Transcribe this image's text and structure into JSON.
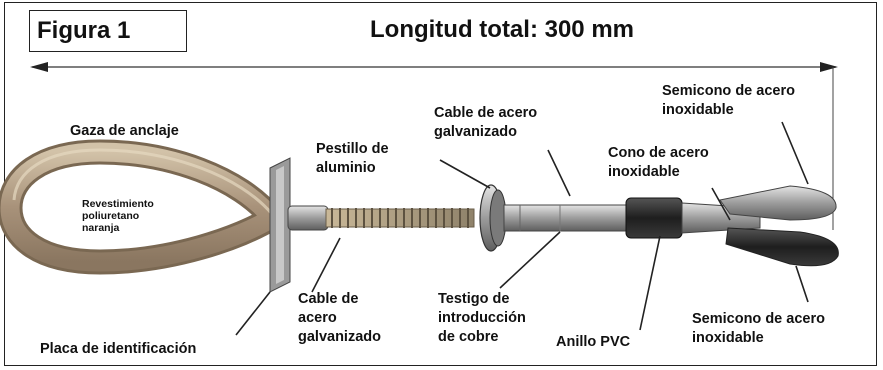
{
  "figure_label": "Figura 1",
  "title": "Longitud total: 300 mm",
  "labels": {
    "gaza": "Gaza de anclaje",
    "revestimiento_1": "Revestimiento",
    "revestimiento_2": "poliuretano",
    "revestimiento_3": "naranja",
    "pestillo_1": "Pestillo de",
    "pestillo_2": "aluminio",
    "cable_top_1": "Cable de acero",
    "cable_top_2": "galvanizado",
    "cono_1": "Cono de acero",
    "cono_2": "inoxidable",
    "semicono_top_1": "Semicono de acero",
    "semicono_top_2": "inoxidable",
    "cable_bottom_1": "Cable de",
    "cable_bottom_2": "acero",
    "cable_bottom_3": "galvanizado",
    "testigo_1": "Testigo de",
    "testigo_2": "introducción",
    "testigo_3": "de cobre",
    "anillo": "Anillo PVC",
    "semicono_bottom_1": "Semicono de acero",
    "semicono_bottom_2": "inoxidable",
    "placa": "Placa de identificación"
  },
  "colors": {
    "loop": "#b8a48a",
    "metal": "#9a9a9a",
    "dark": "#2a2a2a"
  }
}
